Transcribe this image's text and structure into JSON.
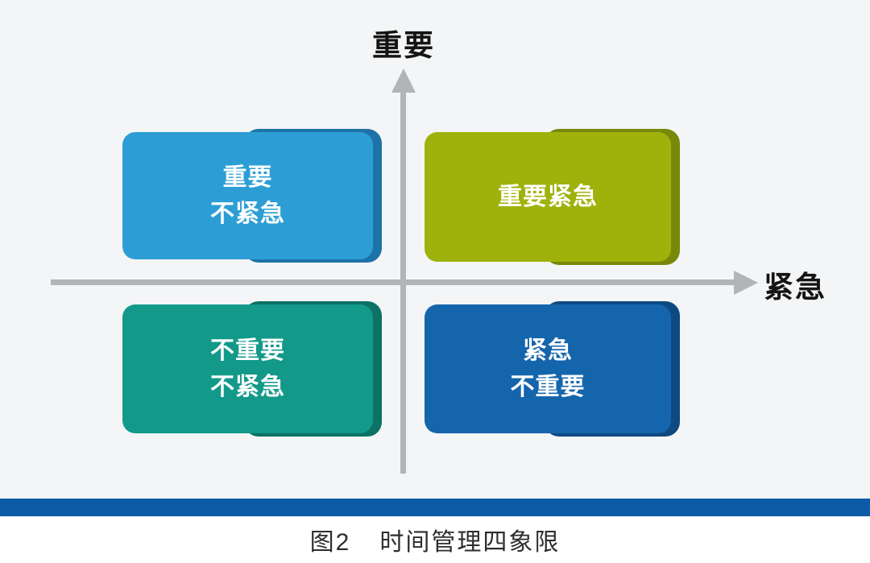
{
  "figure": {
    "caption_prefix": "图2",
    "caption_title": "时间管理四象限"
  },
  "axes": {
    "y_label": "重要",
    "x_label": "紧急",
    "line_color": "#b3b4b6"
  },
  "quadrants": {
    "top_left": {
      "label": "重要\n不紧急",
      "fill": "#2d9ed5",
      "edge": "#1d73a7"
    },
    "top_right": {
      "label": "重要紧急",
      "fill": "#9fb20c",
      "edge": "#78890a"
    },
    "bottom_left": {
      "label": "不重要\n不紧急",
      "fill": "#12998a",
      "edge": "#0b7265"
    },
    "bottom_right": {
      "label": "紧急\n不重要",
      "fill": "#1565ad",
      "edge": "#0e4a82"
    }
  },
  "divider_color": "#0d5aa6",
  "background_color": "#f4f5f6"
}
